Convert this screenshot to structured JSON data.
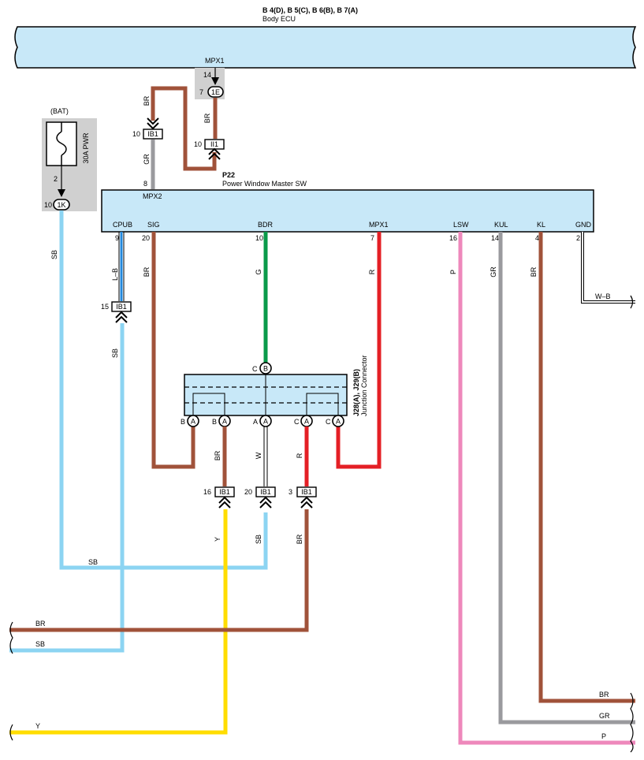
{
  "ecu": {
    "header": "B 4(D), B 5(C), B 6(B), B 7(A)",
    "name": "Body ECU",
    "pin_name": "MPX1",
    "pin_num": "14",
    "conn_pin": "7",
    "conn_id": "1E"
  },
  "fuse": {
    "source": "(BAT)",
    "name": "30A PWR",
    "pin": "2",
    "conn_pin": "10",
    "conn_id": "1K"
  },
  "upper_wires": {
    "br_left": "BR",
    "br_right": "BR",
    "gr": "GR",
    "ib1_pin": "10",
    "ib1_id": "IB1",
    "ii1_pin": "10",
    "ii1_id": "II1",
    "mpx2_pin": "8"
  },
  "master": {
    "code": "P22",
    "name": "Power Window Master SW",
    "mpx2_label": "MPX2",
    "pins": [
      {
        "name": "CPUB",
        "num": "9",
        "color": "L–B"
      },
      {
        "name": "SIG",
        "num": "20",
        "color": "BR"
      },
      {
        "name": "BDR",
        "num": "10",
        "color": "G"
      },
      {
        "name": "MPX1",
        "num": "7",
        "color": "R"
      },
      {
        "name": "LSW",
        "num": "16",
        "color": "P"
      },
      {
        "name": "KUL",
        "num": "14",
        "color": "GR"
      },
      {
        "name": "KL",
        "num": "4",
        "color": "BR"
      },
      {
        "name": "GND",
        "num": "2",
        "color": ""
      }
    ],
    "gnd_wire": "W–B"
  },
  "cpub_ib1": {
    "pin": "15",
    "id": "IB1",
    "wire": "SB"
  },
  "junction": {
    "title": "J28(A), J29(B)",
    "subtitle": "Junction Connector",
    "top_pin": "C",
    "top_id": "B",
    "pins": [
      {
        "letter": "B",
        "id": "A"
      },
      {
        "letter": "B",
        "id": "A"
      },
      {
        "letter": "A",
        "id": "A"
      },
      {
        "letter": "C",
        "id": "A"
      },
      {
        "letter": "C",
        "id": "A"
      }
    ],
    "wire_br": "BR",
    "wire_w": "W",
    "wire_r": "R"
  },
  "lower_ib1": [
    {
      "pin": "16",
      "id": "IB1",
      "wire": "Y"
    },
    {
      "pin": "20",
      "id": "IB1",
      "wire": "SB"
    },
    {
      "pin": "3",
      "id": "IB1",
      "wire": "BR"
    }
  ],
  "sb_left": "SB",
  "sb_bottom": "SB",
  "outputs_left": {
    "br": "BR",
    "sb": "SB",
    "y": "Y"
  },
  "outputs_right": {
    "br": "BR",
    "gr": "GR",
    "p": "P"
  },
  "colors": {
    "ecu_fill": "#c8e8f8",
    "sb": "#8cd4f2",
    "br": "#a0523a",
    "gr": "#9a9a9e",
    "g": "#0a9a4a",
    "r": "#e41f25",
    "p": "#ee88bb",
    "y": "#ffdd00",
    "lb_blue": "#2288dd"
  }
}
